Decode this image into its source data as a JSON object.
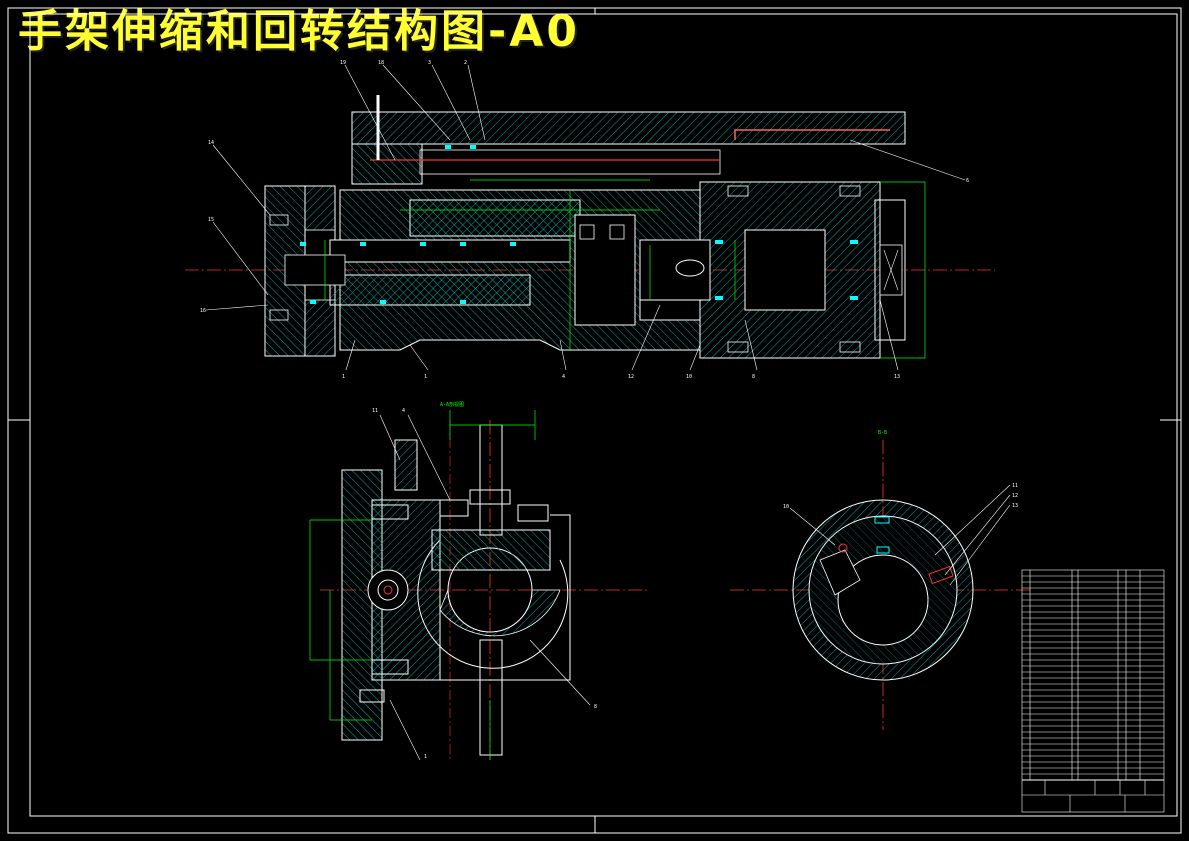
{
  "title": "手架伸缩和回转结构图-A0",
  "colors": {
    "background": "#000000",
    "title": "#ffff33",
    "outline": "#ffffff",
    "hatch": "#00c8c8",
    "dimension": "#00ff00",
    "centerline": "#ff3030",
    "leader": "#ffffff",
    "fastener": "#00ffff"
  },
  "section_labels": {
    "side_view": "A-A剖视图",
    "section_b": "B-B"
  }
}
